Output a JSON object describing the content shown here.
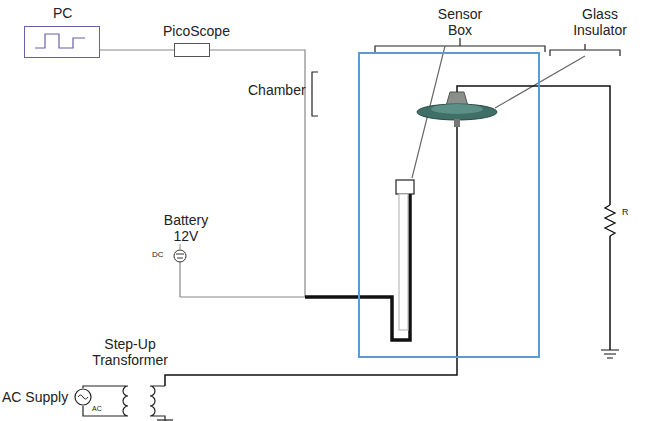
{
  "diagram": {
    "nodes": [
      {
        "text": [
          "PC"
        ]
      },
      {
        "text": [
          "PicoScope"
        ]
      },
      {
        "text": [
          "Chamber"
        ]
      }
    ],
    "edges": [
      {
        "from": 0,
        "to": 1,
        "arrow": "none"
      }
    ],
    "labels": [
      "Sensor Box",
      "Glass Insulator",
      "Battery 12V",
      "DC",
      "Step-Up Transformer",
      "AC Supply",
      "AC",
      "R"
    ]
  }
}
